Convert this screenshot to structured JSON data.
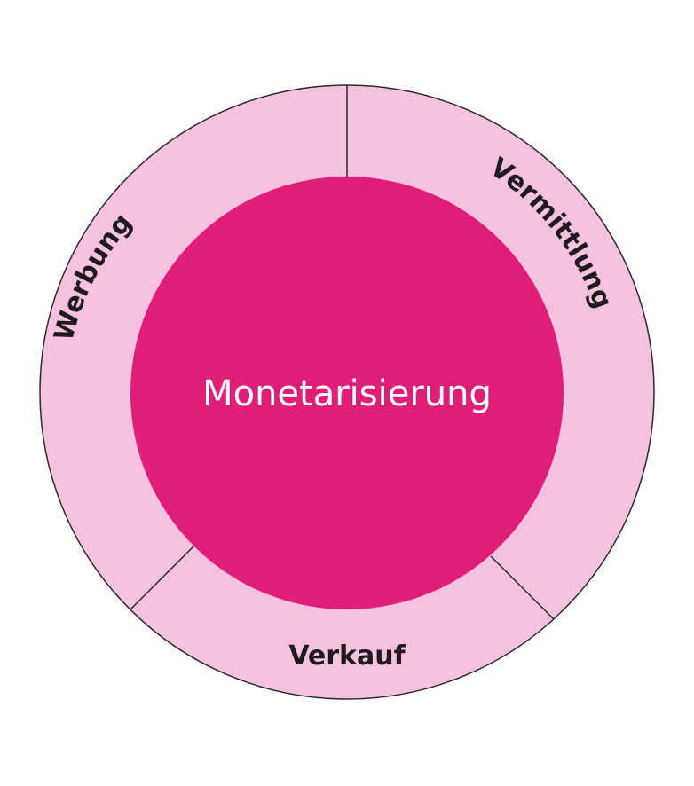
{
  "diagram": {
    "center": {
      "label": "Monetarisierung",
      "color": "#e01e79",
      "text_color": "#ffffff"
    },
    "ring": {
      "color": "#f7c1e0",
      "stroke": "#2a2a2a",
      "segments": [
        {
          "label": "Vermittlung"
        },
        {
          "label": "Verkauf"
        },
        {
          "label": "Werbung"
        }
      ]
    }
  }
}
